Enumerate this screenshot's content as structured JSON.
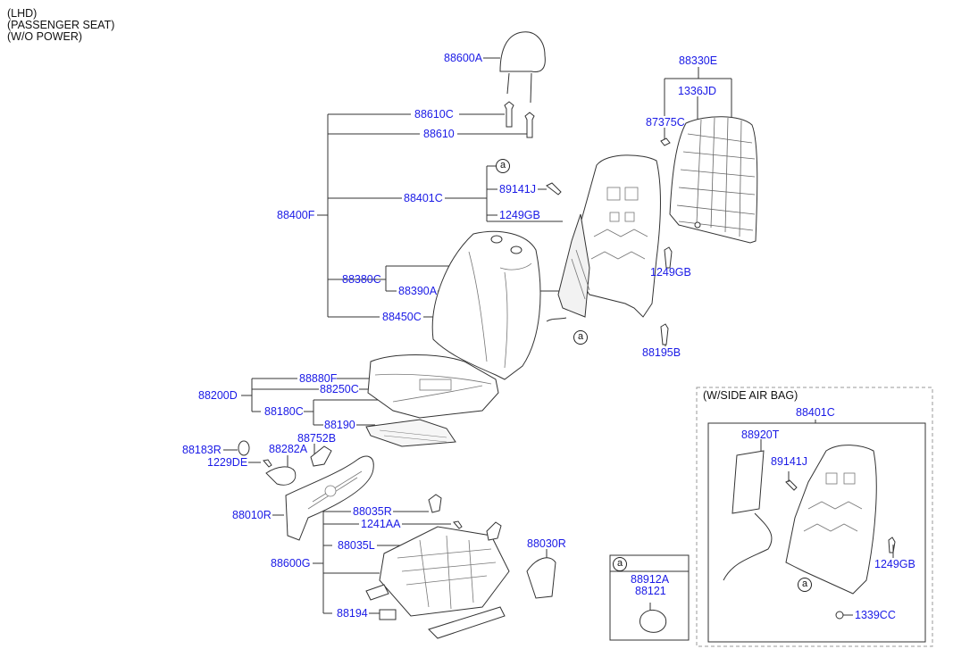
{
  "notes": [
    "(LHD)",
    "(PASSENGER SEAT)",
    "(W/O POWER)"
  ],
  "ref_marker": "a",
  "labels": {
    "p88600A": "88600A",
    "p88610C": "88610C",
    "p88610": "88610",
    "p88330E": "88330E",
    "p1336JD": "1336JD",
    "p87375C": "87375C",
    "p88400F": "88400F",
    "p88401C": "88401C",
    "p89141J": "89141J",
    "p1249GB_a": "1249GB",
    "p1249GB_b": "1249GB",
    "p88380C": "88380C",
    "p88390A": "88390A",
    "p88450C": "88450C",
    "p88195B": "88195B",
    "p88880F": "88880F",
    "p88250C": "88250C",
    "p88200D": "88200D",
    "p88180C": "88180C",
    "p88190": "88190",
    "p88752B": "88752B",
    "p88183R": "88183R",
    "p88282A": "88282A",
    "p1229DE": "1229DE",
    "p88010R": "88010R",
    "p88035R": "88035R",
    "p1241AA": "1241AA",
    "p88035L": "88035L",
    "p88600G": "88600G",
    "p88194": "88194",
    "p88030R": "88030R"
  },
  "inset_a": {
    "marker": "a",
    "parts": [
      "88912A",
      "88121"
    ]
  },
  "airbag_box": {
    "title": "(W/SIDE AIR BAG)",
    "parts": {
      "p88401C": "88401C",
      "p88920T": "88920T",
      "p89141J": "89141J",
      "p1249GB": "1249GB",
      "p1339CC": "1339CC"
    }
  },
  "colors": {
    "label": "#1a1ae6",
    "line": "#333333"
  }
}
